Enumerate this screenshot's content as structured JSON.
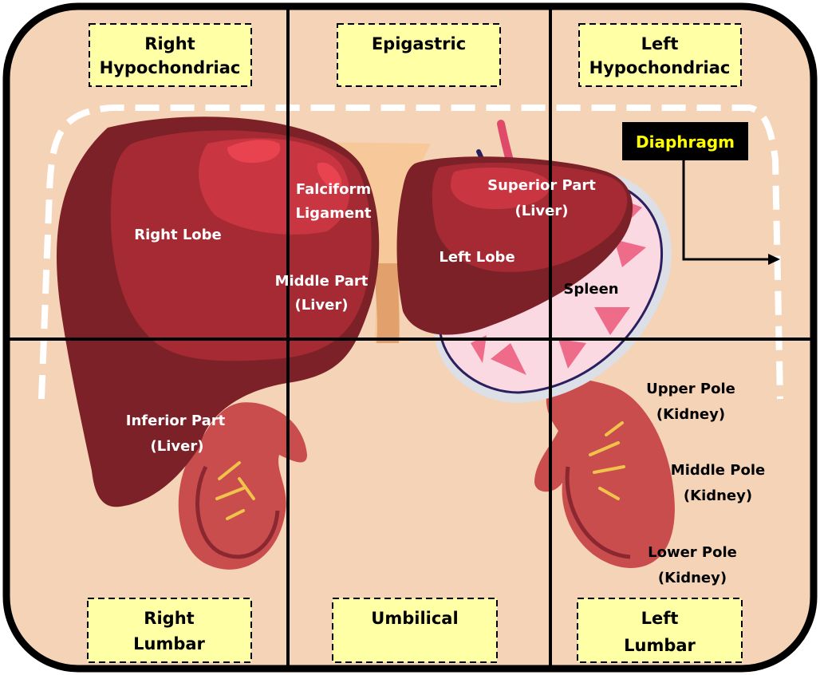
{
  "colors": {
    "background": "#f5d3b7",
    "frame": "#000000",
    "liver_dark": "#7b2127",
    "liver_mid": "#a52a33",
    "liver_light": "#c93642",
    "liver_highlight": "#e9434f",
    "ligament": "#f7c99a",
    "ligament_shadow": "#e2a06c",
    "spleen_fill": "#fbd9e2",
    "spleen_spots": "#ef6b8a",
    "kidney": "#c94d4d",
    "kidney_dark": "#8a2730",
    "kidney_lines": "#f1c34b",
    "region_label_bg": "#ffffa6",
    "diaphragm_label_bg": "#000000",
    "diaphragm_label_text": "#ffff00",
    "diaphragm_line": "#ffffff"
  },
  "regions": {
    "right_hypochondriac": [
      "Right",
      "Hypochondriac"
    ],
    "epigastric": [
      "Epigastric"
    ],
    "left_hypochondriac": [
      "Left",
      "Hypochondriac"
    ],
    "right_lumbar": [
      "Right",
      "Lumbar"
    ],
    "umbilical": [
      "Umbilical"
    ],
    "left_lumbar": [
      "Left",
      "Lumbar"
    ]
  },
  "labels": {
    "diaphragm": "Diaphragm",
    "right_lobe": [
      "Right Lobe"
    ],
    "falciform": [
      "Falciform",
      "Ligament"
    ],
    "middle_part": [
      "Middle Part",
      "(Liver)"
    ],
    "left_lobe": [
      "Left Lobe"
    ],
    "superior_part": [
      "Superior Part",
      "(Liver)"
    ],
    "spleen": [
      "Spleen"
    ],
    "inferior_part": [
      "Inferior Part",
      "(Liver)"
    ],
    "upper_pole": [
      "Upper Pole",
      "(Kidney)"
    ],
    "middle_pole": [
      "Middle Pole",
      "(Kidney)"
    ],
    "lower_pole": [
      "Lower Pole",
      "(Kidney)"
    ]
  }
}
